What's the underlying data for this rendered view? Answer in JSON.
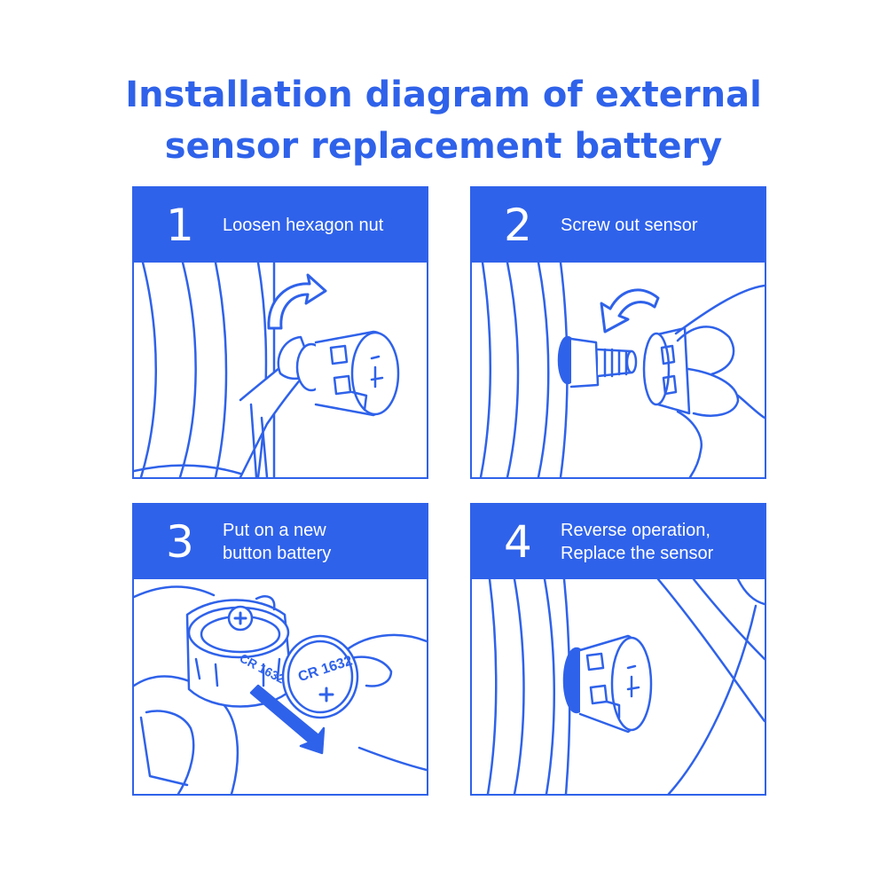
{
  "title": {
    "line1": "Installation diagram of external",
    "line2": "sensor replacement battery"
  },
  "steps": [
    {
      "number": "1",
      "caption": [
        "Loosen hexagon nut"
      ]
    },
    {
      "number": "2",
      "caption": [
        "Screw out sensor"
      ]
    },
    {
      "number": "3",
      "caption": [
        "Put on a new",
        "button battery"
      ]
    },
    {
      "number": "4",
      "caption": [
        "Reverse operation,",
        "Replace the sensor"
      ]
    }
  ],
  "battery_label": "CR 1632",
  "battery_label_holder": "CR 1632",
  "colors": {
    "accent": "#2f62ea",
    "line": "#2f62ea",
    "fill": "#ffffff"
  },
  "icons": [
    "curved-arrow-icon",
    "wrench-icon",
    "sensor-cap-icon",
    "hand-icon",
    "battery-icon",
    "tire-icon"
  ]
}
